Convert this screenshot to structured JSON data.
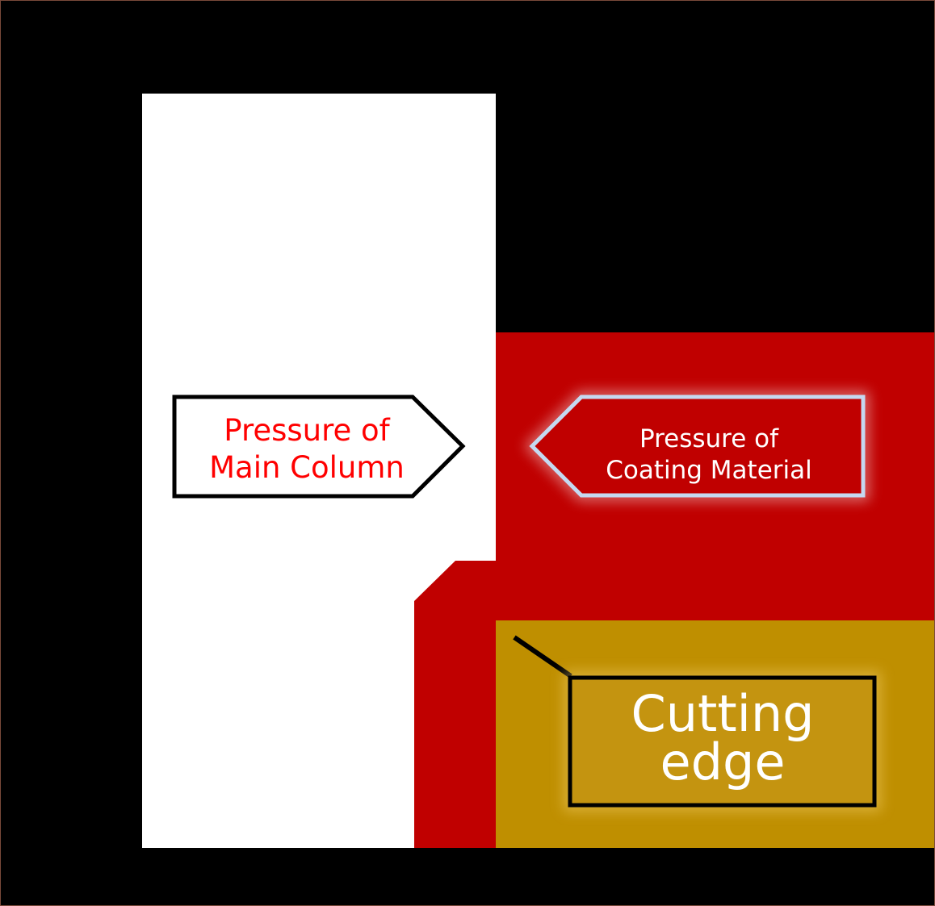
{
  "colors": {
    "background": "#000000",
    "border": "#7a4a3a",
    "main_column": "#ffffff",
    "coating": "#c00000",
    "cutting_edge": "#bf8f00",
    "main_label_text": "#ff0000",
    "coating_label_stroke": "#c5d9f1"
  },
  "labels": {
    "main_column": {
      "line1": "Pressure of",
      "line2": "Main Column"
    },
    "coating": {
      "line1": "Pressure of",
      "line2": "Coating Material"
    },
    "cutting_edge": {
      "line1": "Cutting",
      "line2": "edge"
    }
  }
}
